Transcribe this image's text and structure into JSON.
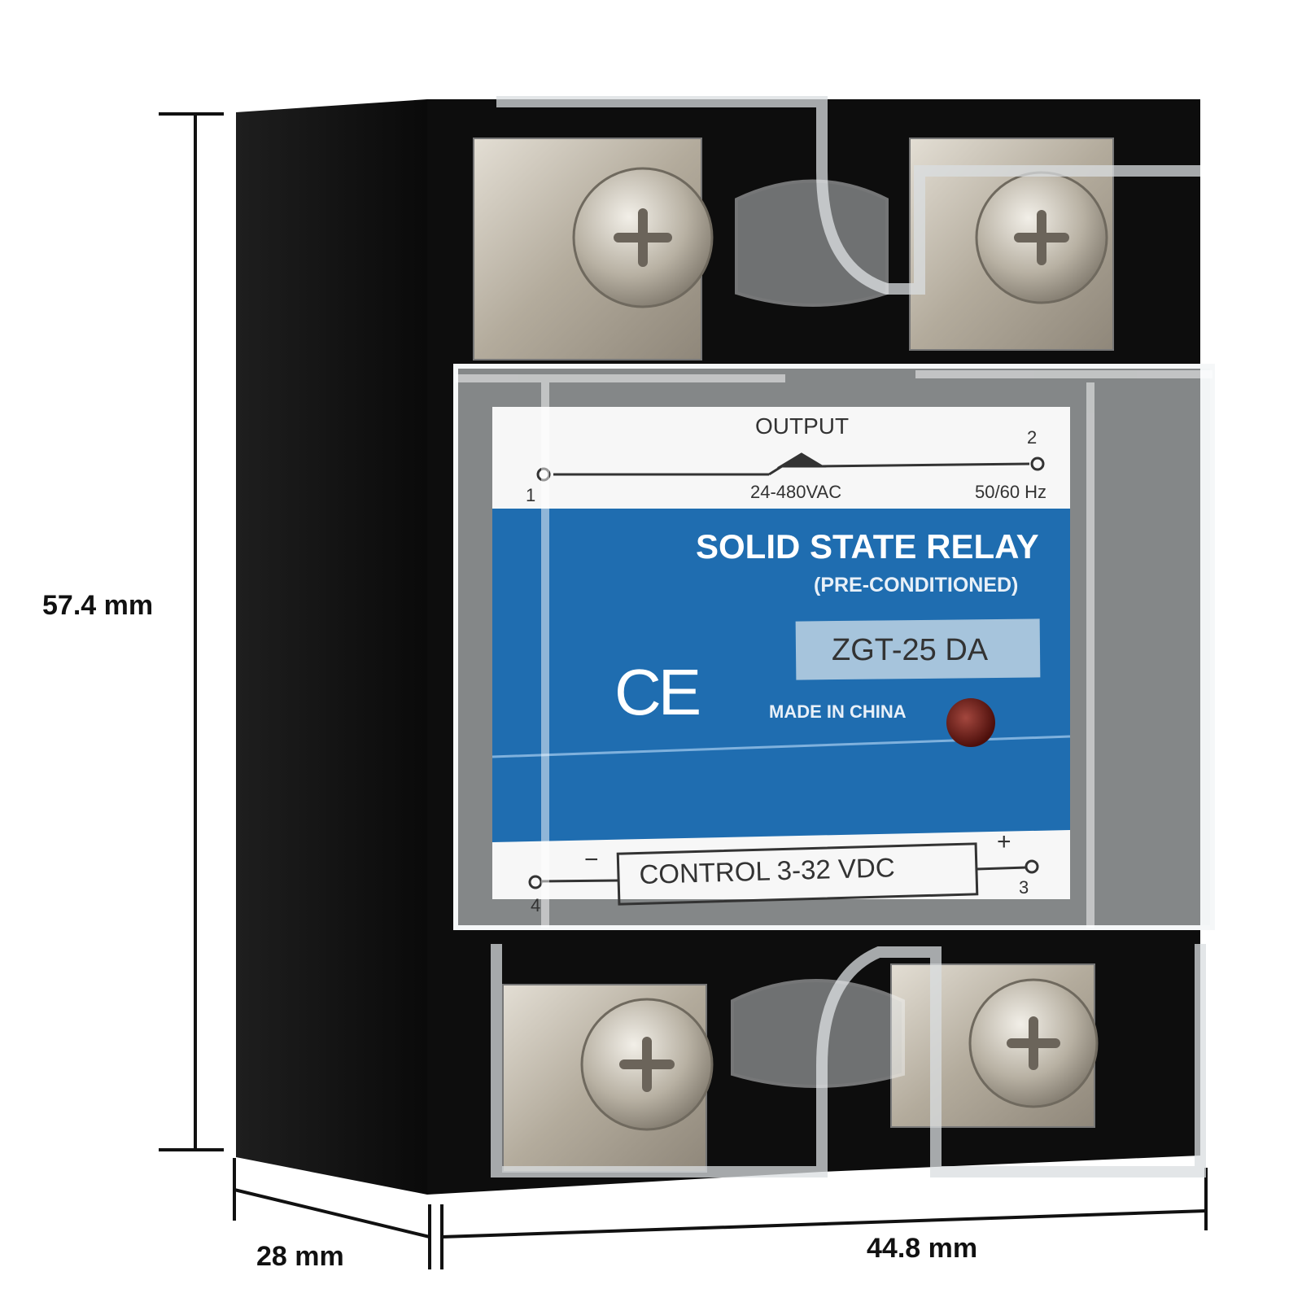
{
  "dimensions": {
    "height": "57.4 mm",
    "depth": "28 mm",
    "width": "44.8 mm"
  },
  "label": {
    "output_title": "OUTPUT",
    "terminal_1": "1",
    "terminal_2": "2",
    "terminal_3": "3",
    "terminal_4": "4",
    "output_voltage": "24-480VAC",
    "frequency": "50/60 Hz",
    "product_name": "SOLID STATE RELAY",
    "product_subtitle": "(PRE-CONDITIONED)",
    "model": "ZGT-25 DA",
    "ce_mark": "CE",
    "origin": "MADE IN CHINA",
    "control": "CONTROL 3-32 VDC",
    "minus": "−",
    "plus": "+"
  },
  "colors": {
    "housing": "#111111",
    "label_blue": "#1f6db0",
    "metal": "#b9b3a6",
    "led": "#6a1712"
  }
}
